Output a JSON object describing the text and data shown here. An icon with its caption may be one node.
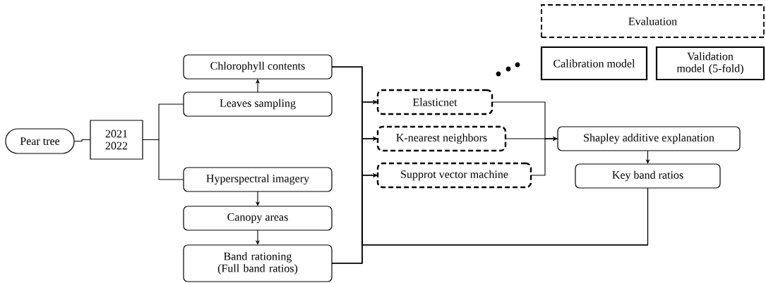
{
  "diagram": {
    "nodes": [
      {
        "text": [
          "Pear tree"
        ]
      },
      {
        "text": [
          "2021 2022"
        ]
      },
      {
        "text": [
          "Chlorophyll contents"
        ]
      },
      {
        "text": [
          "Leaves sampling"
        ]
      },
      {
        "text": [
          "Hyperspectral imagery"
        ]
      },
      {
        "text": [
          "Canopy areas"
        ]
      },
      {
        "text": [
          "Band rationing (Full band ratios)"
        ]
      },
      {
        "text": [
          "Elasticnet"
        ]
      },
      {
        "text": [
          "K-nearest neighbors"
        ]
      },
      {
        "text": [
          "Supprot vector machine"
        ]
      },
      {
        "text": [
          "Shapley additive explanation"
        ]
      },
      {
        "text": [
          "Key band ratios"
        ]
      },
      {
        "text": [
          "Evaluation"
        ]
      },
      {
        "text": [
          "Calibration model"
        ]
      },
      {
        "text": [
          "Validation model (5-fold)"
        ]
      }
    ],
    "edges": [
      {
        "from": 0,
        "to": 1,
        "arrow": "none"
      },
      {
        "from": 1,
        "to": 3,
        "arrow": "none"
      },
      {
        "from": 1,
        "to": 4,
        "arrow": "none"
      },
      {
        "from": 3,
        "to": 2,
        "arrow": "to"
      },
      {
        "from": 4,
        "to": 5,
        "arrow": "to"
      },
      {
        "from": 5,
        "to": 6,
        "arrow": "to"
      },
      {
        "from": 2,
        "to": 7,
        "arrow": "to"
      },
      {
        "from": 2,
        "to": 8,
        "arrow": "to"
      },
      {
        "from": 2,
        "to": 9,
        "arrow": "to"
      },
      {
        "from": 6,
        "to": 7,
        "arrow": "to"
      },
      {
        "from": 6,
        "to": 8,
        "arrow": "to"
      },
      {
        "from": 6,
        "to": 9,
        "arrow": "to"
      },
      {
        "from": 7,
        "to": 10,
        "arrow": "to"
      },
      {
        "from": 8,
        "to": 10,
        "arrow": "to"
      },
      {
        "from": 9,
        "to": 10,
        "arrow": "to"
      },
      {
        "from": 10,
        "to": 11,
        "arrow": "to"
      },
      {
        "from": 11,
        "to": 7,
        "arrow": "to"
      },
      {
        "from": 11,
        "to": 8,
        "arrow": "to"
      },
      {
        "from": 11,
        "to": 9,
        "arrow": "to"
      }
    ]
  }
}
